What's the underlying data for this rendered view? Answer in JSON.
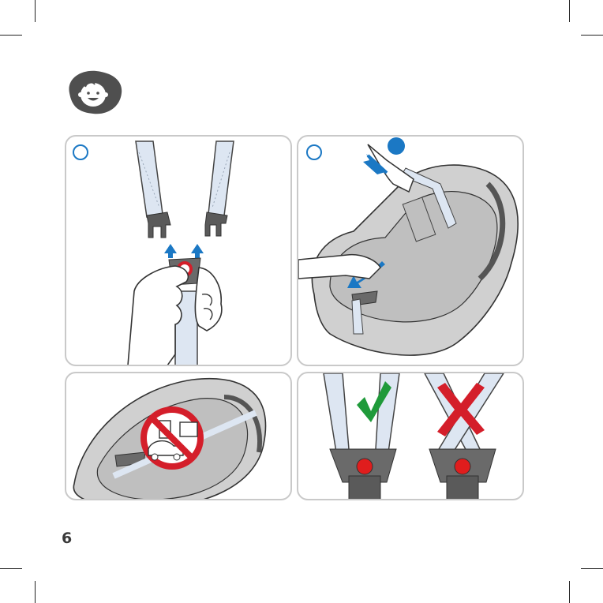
{
  "page": {
    "number": "6",
    "icon": "baby-face-icon"
  },
  "panels": [
    {
      "id": "release-harness-buckle",
      "icons": [
        "strap-icon",
        "buckle-tongue-icon",
        "hand-icon",
        "arrow-up-icon"
      ]
    },
    {
      "id": "tighten-harness-strap",
      "icons": [
        "car-seat-icon",
        "hand-icon",
        "arrow-icon"
      ]
    },
    {
      "id": "no-objects-in-seat",
      "icons": [
        "car-seat-icon",
        "prohibited-icon",
        "toy-car-icon",
        "toy-block-icon"
      ]
    },
    {
      "id": "strap-position",
      "icons": [
        "check-icon",
        "cross-icon",
        "buckle-icon"
      ]
    }
  ],
  "colors": {
    "accent_blue": "#1b78c4",
    "strap_fill": "#dde6f2",
    "seat_gray": "#d0d0d0",
    "prohibited_red": "#d41e2a",
    "check_green": "#1f9a3a",
    "cross_red": "#d41e2a",
    "buckle_red": "#e01d1d"
  }
}
